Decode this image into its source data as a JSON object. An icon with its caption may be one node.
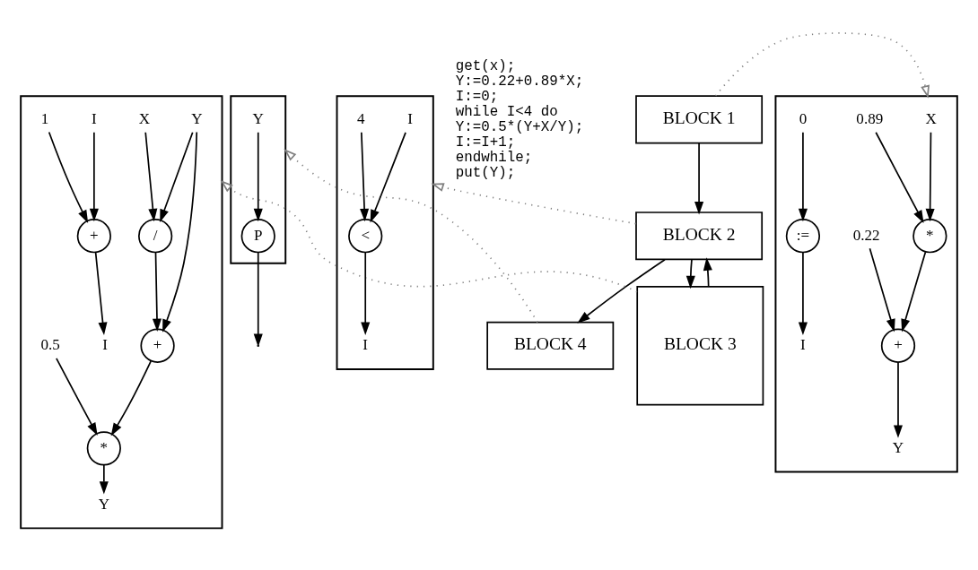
{
  "diagram": {
    "nodes": [
      {
        "text": [
          "BLOCK 1"
        ]
      },
      {
        "text": [
          "BLOCK 2"
        ]
      },
      {
        "text": [
          "BLOCK 3"
        ]
      },
      {
        "text": [
          "BLOCK 4"
        ]
      },
      {
        "text": [],
        "shape": "box"
      },
      {
        "text": [
          "X"
        ],
        "in": 4
      },
      {
        "text": [
          "0.89"
        ],
        "in": 4
      },
      {
        "text": [
          "*"
        ],
        "in": 4
      },
      {
        "text": [
          "0.22"
        ],
        "in": 4
      },
      {
        "text": [
          "+"
        ],
        "in": 4
      },
      {
        "text": [
          "0"
        ],
        "in": 4
      },
      {
        "text": [
          ":="
        ],
        "in": 4
      },
      {
        "text": [
          "Y"
        ],
        "in": 4
      },
      {
        "text": [
          "I"
        ],
        "in": 4
      },
      {
        "text": [],
        "shape": "box"
      },
      {
        "text": [
          "I"
        ],
        "in": 14
      },
      {
        "text": [
          "4"
        ],
        "in": 14
      },
      {
        "text": [
          "<"
        ],
        "in": 14
      },
      {
        "text": [
          "I"
        ],
        "in": 14
      },
      {
        "text": [],
        "shape": "box"
      },
      {
        "text": [
          "Y"
        ],
        "in": 19
      },
      {
        "text": [
          "X"
        ],
        "in": 19
      },
      {
        "text": [
          "I"
        ],
        "in": 19
      },
      {
        "text": [
          "/"
        ],
        "in": 19
      },
      {
        "text": [
          "1"
        ],
        "in": 19
      },
      {
        "text": [
          "+"
        ],
        "in": 19
      },
      {
        "text": [
          "+"
        ],
        "in": 19
      },
      {
        "text": [
          "0.5"
        ],
        "in": 19
      },
      {
        "text": [
          "*"
        ],
        "in": 19
      },
      {
        "text": [
          "Y"
        ],
        "in": 19
      },
      {
        "text": [
          "I"
        ],
        "in": 19
      },
      {
        "text": [],
        "shape": "box"
      },
      {
        "text": [
          "Y"
        ],
        "in": 31
      },
      {
        "text": [
          "P"
        ],
        "in": 31
      }
    ],
    "edges": [
      {
        "from": 0,
        "to": 1,
        "arrow": "to"
      },
      {
        "from": 1,
        "to": 2,
        "arrow": "to"
      },
      {
        "from": 2,
        "to": 1,
        "arrow": "to"
      },
      {
        "from": 1,
        "to": 3,
        "arrow": "to"
      },
      {
        "from": 0,
        "to": 4,
        "arrow": "to",
        "style": "dashed",
        "color": "#808080"
      },
      {
        "from": 1,
        "to": 14,
        "arrow": "to",
        "style": "dashed",
        "color": "#808080"
      },
      {
        "from": 2,
        "to": 19,
        "arrow": "to",
        "style": "dashed",
        "color": "#808080"
      },
      {
        "from": 3,
        "to": 31,
        "arrow": "to",
        "style": "dashed",
        "color": "#808080"
      },
      {
        "from": 5,
        "to": 7,
        "arrow": "to"
      },
      {
        "from": 6,
        "to": 7,
        "arrow": "to"
      },
      {
        "from": 7,
        "to": 9,
        "arrow": "to"
      },
      {
        "from": 8,
        "to": 9,
        "arrow": "to"
      },
      {
        "from": 10,
        "to": 11,
        "arrow": "to"
      },
      {
        "from": 9,
        "to": 12,
        "arrow": "to"
      },
      {
        "from": 11,
        "to": 13,
        "arrow": "to"
      },
      {
        "from": 15,
        "to": 17,
        "arrow": "to"
      },
      {
        "from": 16,
        "to": 17,
        "arrow": "to"
      },
      {
        "from": 17,
        "to": 18,
        "arrow": "to"
      },
      {
        "from": 20,
        "to": 23,
        "arrow": "to"
      },
      {
        "from": 21,
        "to": 23,
        "arrow": "to"
      },
      {
        "from": 20,
        "to": 26,
        "arrow": "to"
      },
      {
        "from": 23,
        "to": 26,
        "arrow": "to"
      },
      {
        "from": 26,
        "to": 28,
        "arrow": "to"
      },
      {
        "from": 27,
        "to": 28,
        "arrow": "to"
      },
      {
        "from": 28,
        "to": 29,
        "arrow": "to"
      },
      {
        "from": 22,
        "to": 25,
        "arrow": "to"
      },
      {
        "from": 24,
        "to": 25,
        "arrow": "to"
      },
      {
        "from": 25,
        "to": 30,
        "arrow": "to"
      },
      {
        "from": 32,
        "to": 33,
        "arrow": "to"
      },
      {
        "from": 33,
        "to": null,
        "arrow": "to"
      }
    ],
    "labels": [
      "get(x);",
      "Y:=0.22+0.89*X;",
      "I:=0;",
      "while I<4 do",
      "Y:=0.5*(Y+X/Y);",
      "I:=I+1;",
      "endwhile;",
      "put(Y);"
    ]
  }
}
